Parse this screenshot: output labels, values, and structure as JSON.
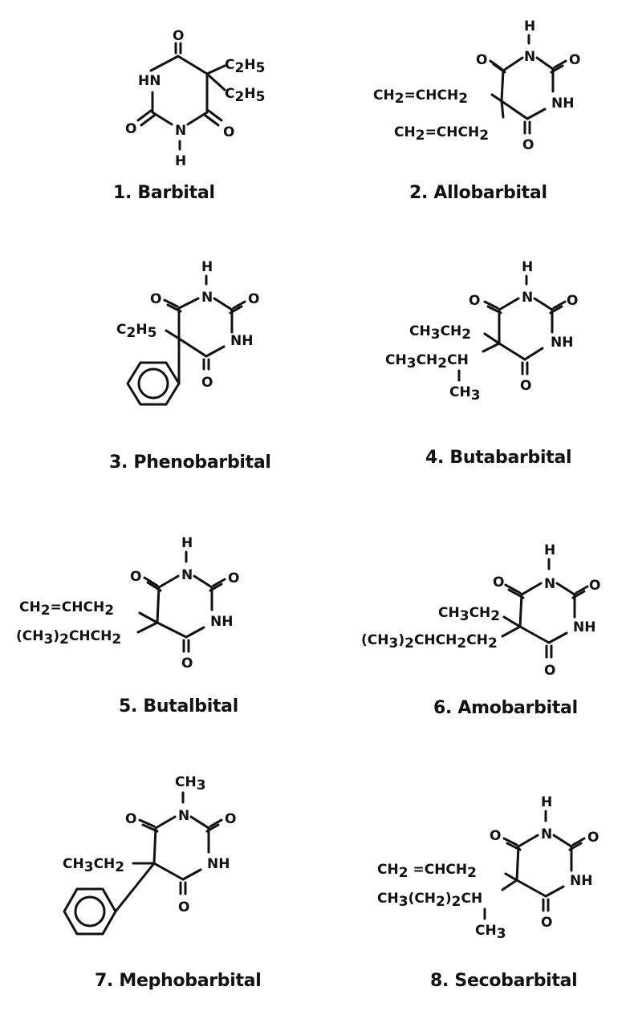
{
  "figure": {
    "compounds": [
      {
        "number": "1",
        "name": "Barbital",
        "caption": "1. Barbital",
        "substituents": [
          "C2H5",
          "C2H5"
        ],
        "n_substituent": "H"
      },
      {
        "number": "2",
        "name": "Allobarbital",
        "caption": "2. Allobarbital",
        "substituents": [
          "CH2=CHCH2",
          "CH2=CHCH2"
        ],
        "n_substituent": "H"
      },
      {
        "number": "3",
        "name": "Phenobarbital",
        "caption": "3. Phenobarbital",
        "substituents": [
          "C2H5",
          "phenyl"
        ],
        "n_substituent": "H"
      },
      {
        "number": "4",
        "name": "Butabarbital",
        "caption": "4. Butabarbital",
        "substituents": [
          "CH3CH2",
          "CH3CH2CH(CH3)"
        ],
        "n_substituent": "H"
      },
      {
        "number": "5",
        "name": "Butalbital",
        "caption": "5. Butalbital",
        "substituents": [
          "CH2=CHCH2",
          "(CH3)2CHCH2"
        ],
        "n_substituent": "H"
      },
      {
        "number": "6",
        "name": "Amobarbital",
        "caption": "6. Amobarbital",
        "substituents": [
          "CH3CH2",
          "(CH3)2CHCH2CH2"
        ],
        "n_substituent": "H"
      },
      {
        "number": "7",
        "name": "Mephobarbital",
        "caption": "7. Mephobarbital",
        "substituents": [
          "CH3CH2",
          "phenyl"
        ],
        "n_substituent": "CH3"
      },
      {
        "number": "8",
        "name": "Secobarbital",
        "caption": "8. Secobarbital",
        "substituents": [
          "CH2=CHCH2",
          "CH3(CH2)2CH(CH3)"
        ],
        "n_substituent": "H"
      }
    ],
    "atom_labels": {
      "O": "O",
      "N": "N",
      "H": "H",
      "NH": "NH",
      "HN": "HN",
      "C": "C",
      "CH": "CH",
      "CH3": "CH",
      "CH2": "CH"
    }
  }
}
